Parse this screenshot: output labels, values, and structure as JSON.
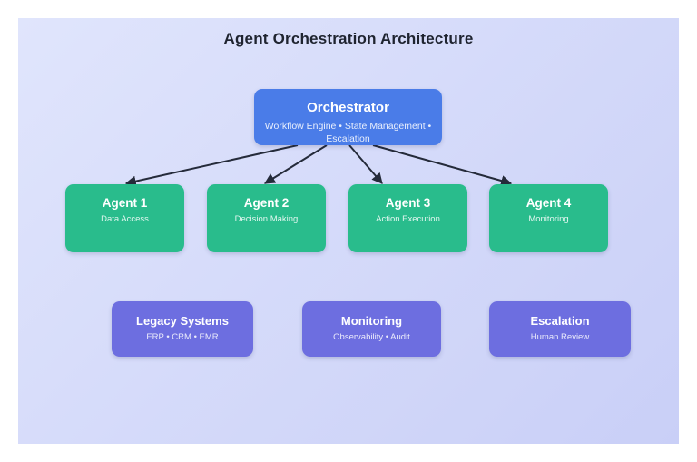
{
  "title": "Agent Orchestration Architecture",
  "colors": {
    "background_start": "#e0e5fc",
    "background_end": "#c9cff7",
    "orchestrator": "#4a7ce8",
    "agent": "#29bc8c",
    "system": "#6d6ee0",
    "arrow": "#252b3a",
    "title_text": "#1f2430"
  },
  "nodes": {
    "orchestrator": {
      "title": "Orchestrator",
      "subtitle": "Workflow Engine • State Management • Escalation"
    },
    "agents": [
      {
        "title": "Agent 1",
        "subtitle": "Data Access"
      },
      {
        "title": "Agent 2",
        "subtitle": "Decision Making"
      },
      {
        "title": "Agent 3",
        "subtitle": "Action Execution"
      },
      {
        "title": "Agent 4",
        "subtitle": "Monitoring"
      }
    ],
    "systems": [
      {
        "title": "Legacy Systems",
        "subtitle": "ERP • CRM • EMR"
      },
      {
        "title": "Monitoring",
        "subtitle": "Observability • Audit"
      },
      {
        "title": "Escalation",
        "subtitle": "Human Review"
      }
    ]
  }
}
